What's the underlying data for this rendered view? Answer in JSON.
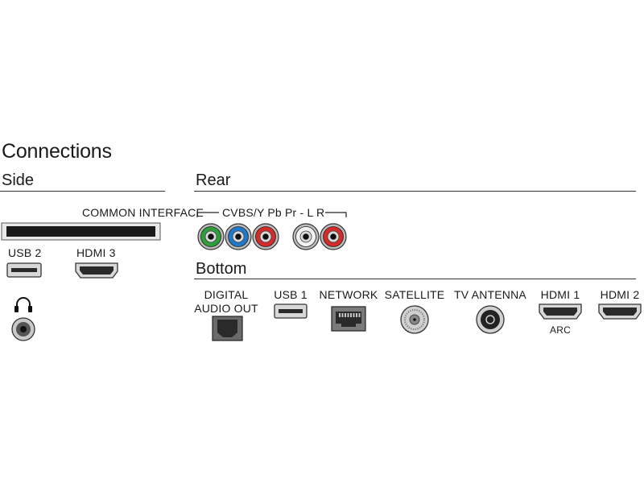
{
  "title": "Connections",
  "sections": {
    "side": "Side",
    "rear": "Rear",
    "bottom": "Bottom"
  },
  "side": {
    "common_interface": "COMMON INTERFACE",
    "usb2": "USB 2",
    "hdmi3": "HDMI 3",
    "headphone_icon": "headphones-icon"
  },
  "rear": {
    "av_group_label": "CVBS/Y Pb Pr - L R",
    "jacks": [
      {
        "name": "Y",
        "color": "#2e9e3a"
      },
      {
        "name": "Pb",
        "color": "#1f78c8"
      },
      {
        "name": "Pr",
        "color": "#d42a2a"
      },
      {
        "name": "L",
        "color": "#f2f2f2"
      },
      {
        "name": "R",
        "color": "#d42a2a"
      }
    ]
  },
  "bottom": {
    "digital_audio_out": [
      "DIGITAL",
      "AUDIO OUT"
    ],
    "usb1": "USB 1",
    "network": "NETWORK",
    "satellite": "SATELLITE",
    "tv_antenna": "TV ANTENNA",
    "hdmi1": "HDMI 1",
    "hdmi1_sub": "ARC",
    "hdmi2": "HDMI 2"
  }
}
